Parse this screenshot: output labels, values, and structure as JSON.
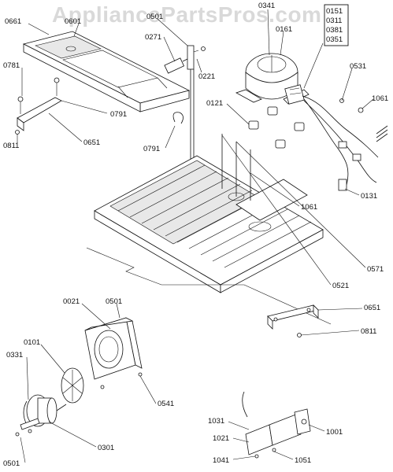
{
  "watermark": "AppliancePartsPros.com",
  "stacked_labels": [
    "0151",
    "0311",
    "0381",
    "0351"
  ],
  "labels": {
    "l0661": "0661",
    "l0601": "0601",
    "l0501_top": "0501",
    "l0271": "0271",
    "l0341": "0341",
    "l0161": "0161",
    "l0781": "0781",
    "l0221": "0221",
    "l0531": "0531",
    "l1061_top": "1061",
    "l0121": "0121",
    "l0791_a": "0791",
    "l0811_left": "0811",
    "l0651_left": "0651",
    "l0791_b": "0791",
    "l0131": "0131",
    "l1061_mid": "1061",
    "l0571": "0571",
    "l0521": "0521",
    "l0021": "0021",
    "l0501_mid": "0501",
    "l0651_right": "0651",
    "l0101": "0101",
    "l0811_right": "0811",
    "l0331": "0331",
    "l0541": "0541",
    "l1031": "1031",
    "l1021": "1021",
    "l1001": "1001",
    "l0301": "0301",
    "l1041": "1041",
    "l1051": "1051",
    "l0501_bottom": "0501"
  }
}
